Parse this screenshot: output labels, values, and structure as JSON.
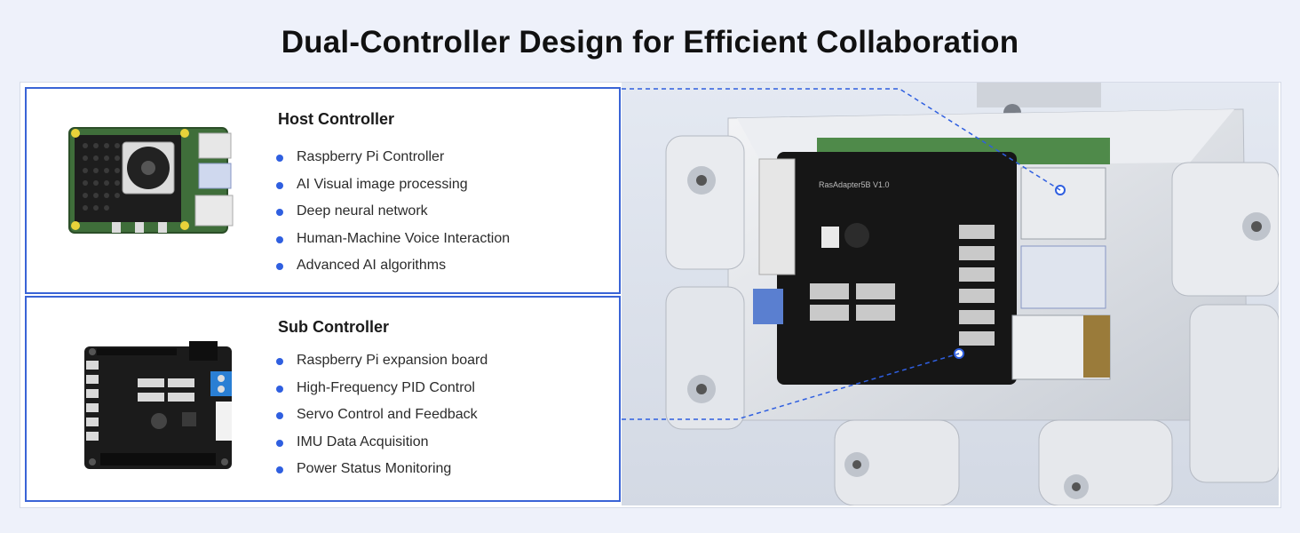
{
  "page": {
    "title": "Dual-Controller Design for Efficient Collaboration",
    "accent_color": "#2f5fe0",
    "border_color": "#3a64d6"
  },
  "host": {
    "title": "Host Controller",
    "image_icon": "raspberry-pi-board-with-fan",
    "features": [
      "Raspberry Pi Controller",
      "AI Visual image processing",
      "Deep neural network",
      "Human-Machine Voice Interaction",
      "Advanced AI algorithms"
    ]
  },
  "sub": {
    "title": "Sub Controller",
    "image_icon": "expansion-board",
    "features": [
      "Raspberry Pi expansion board",
      "High-Frequency PID Control",
      "Servo Control and Feedback",
      "IMU Data Acquisition",
      "Power Status Monitoring"
    ]
  },
  "robot": {
    "image_icon": "robot-torso-with-controllers",
    "board_label": "RasAdapter5B V1.0"
  }
}
